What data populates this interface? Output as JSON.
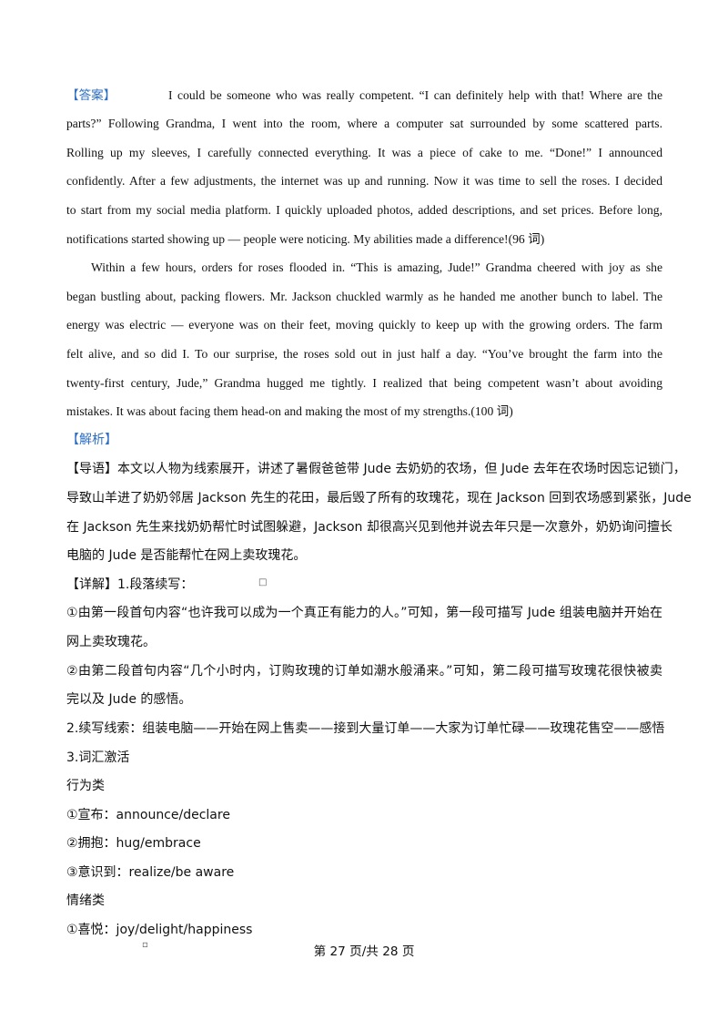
{
  "answer": {
    "label": "【答案】",
    "p1": [
      "I could be someone who was really competent. “I can definitely help with that! Where are the",
      "parts?” Following Grandma, I went into the room, where a computer sat surrounded by some scattered parts.",
      "Rolling up my sleeves, I carefully connected everything. It was a piece of cake to me. “Done!” I announced",
      "confidently. After a few adjustments, the internet was up and running. Now it was time to sell the roses. I decided",
      "to start from my social media platform. I quickly uploaded photos, added descriptions, and set prices. Before long,",
      "notifications started showing up — people were noticing. My abilities made a difference!(96 词)"
    ],
    "p2": [
      "Within a few hours, orders for roses flooded in. “This is amazing, Jude!” Grandma cheered with joy as she",
      "began bustling about, packing flowers. Mr. Jackson chuckled warmly as he handed me another bunch to label. The",
      "energy was electric — everyone was on their feet, moving quickly to keep up with the growing orders. The farm",
      "felt alive, and so did I. To our surprise, the roses sold out in just half a day. “You’ve brought the farm into the",
      "twenty-first century, Jude,” Grandma hugged me tightly. I realized that being competent wasn’t about avoiding",
      "mistakes. It was about facing them head-on and making the most of my strengths.(100 词)"
    ]
  },
  "analysis": {
    "label": "【解析】",
    "guide": [
      "【导语】本文以人物为线索展开，讲述了暑假爸爸带 Jude 去奶奶的农场，但 Jude 去年在农场时因忘记锁门，",
      "导致山羊进了奶奶邻居 Jackson 先生的花田，最后毁了所有的玫瑰花，现在 Jackson 回到农场感到紧张，Jude",
      "在 Jackson 先生来找奶奶帮忙时试图躲避，Jackson 却很高兴见到他并说去年只是一次意外，奶奶询问擅长",
      "电脑的 Jude 是否能帮忙在网上卖玫瑰花。"
    ],
    "detail_head": "【详解】1.段落续写：",
    "point1": [
      "①由第一段首句内容“也许我可以成为一个真正有能力的人。”可知，第一段可描写 Jude 组装电脑并开始在",
      "网上卖玫瑰花。"
    ],
    "point2": [
      "②由第二段首句内容“几个小时内，订购玫瑰的订单如潮水般涌来。”可知，第二段可描写玫瑰花很快被卖",
      "完以及 Jude 的感悟。"
    ],
    "clues": "2.续写线索：组装电脑——开始在网上售卖——接到大量订单——大家为订单忙碌——玫瑰花售空——感悟",
    "vocab_head": "3.词汇激活",
    "action_head": "行为类",
    "action_items": [
      "①宣布：announce/declare",
      "②拥抱：hug/embrace",
      "③意识到：realize/be aware"
    ],
    "emotion_head": "情绪类",
    "emotion_items": [
      "①喜悦：joy/delight/happiness"
    ]
  },
  "footer": "第 27 页/共 28 页",
  "colors": {
    "label_blue": "#2f6fc2",
    "text": "#111111"
  }
}
